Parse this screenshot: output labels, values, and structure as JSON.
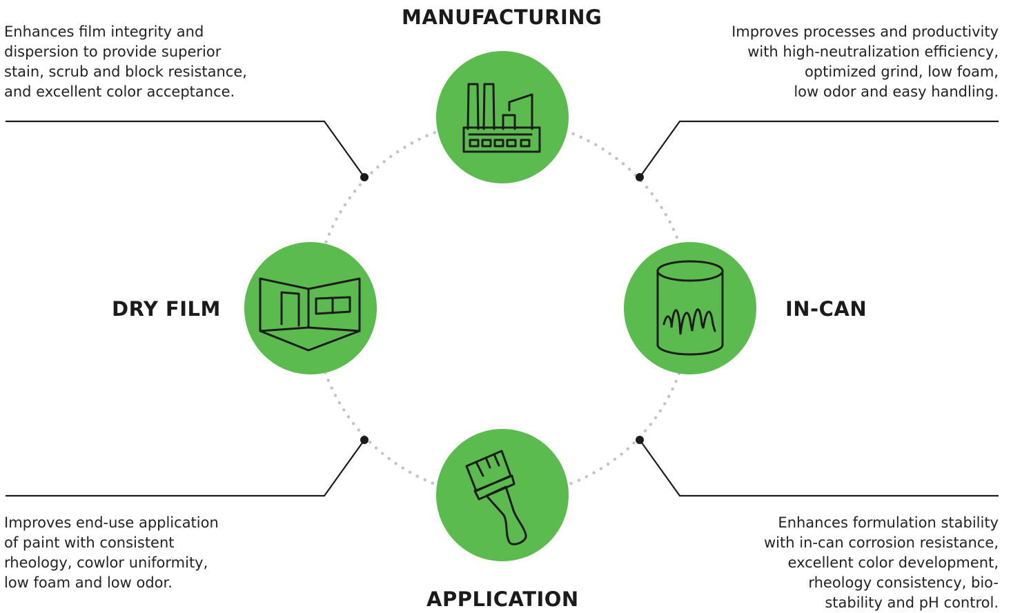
{
  "colors": {
    "accent": "#5cbb4e",
    "text": "#1b1b1b",
    "dots": "#c4c4c4",
    "lines": "#1b1b1b"
  },
  "nodes": {
    "manufacturing": {
      "title": "MANUFACTURING",
      "icon": "factory-icon",
      "description": [
        "Improves processes and productivity",
        "with high-neutralization efficiency,",
        "optimized grind, low foam,",
        "low odor and easy handling."
      ]
    },
    "in_can": {
      "title": "IN-CAN",
      "icon": "paint-can-icon",
      "description": [
        "Enhances formulation stability",
        "with in-can corrosion resistance,",
        "excellent color development,",
        "rheology consistency, bio-",
        "stability and pH control."
      ]
    },
    "application": {
      "title": "APPLICATION",
      "icon": "paintbrush-icon",
      "description": [
        "Improves end-use application",
        "of paint with consistent",
        "rheology, cowlor uniformity,",
        "low foam and low odor."
      ]
    },
    "dry_film": {
      "title": "DRY FILM",
      "icon": "room-icon",
      "description": [
        "Enhances film integrity and",
        "dispersion to provide superior",
        "stain, scrub and block resistance,",
        "and excellent color acceptance."
      ]
    }
  }
}
